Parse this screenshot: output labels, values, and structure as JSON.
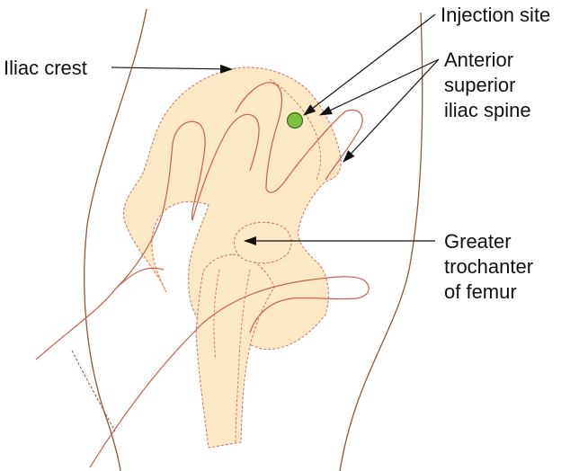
{
  "labels": {
    "iliac_crest": "Iliac crest",
    "injection_site": "Injection site",
    "anterior_superior_iliac_spine": [
      "Anterior",
      "superior",
      "iliac spine"
    ],
    "greater_trochanter": [
      "Greater",
      "trochanter",
      "of femur"
    ]
  },
  "colors": {
    "bone_fill": "#fde8c6",
    "bone_outline": "#d4705a",
    "body_outline": "#8a5a3c",
    "hand_outline": "#c8604a",
    "injection_dot": "#7cc242",
    "pointer": "#111111"
  }
}
